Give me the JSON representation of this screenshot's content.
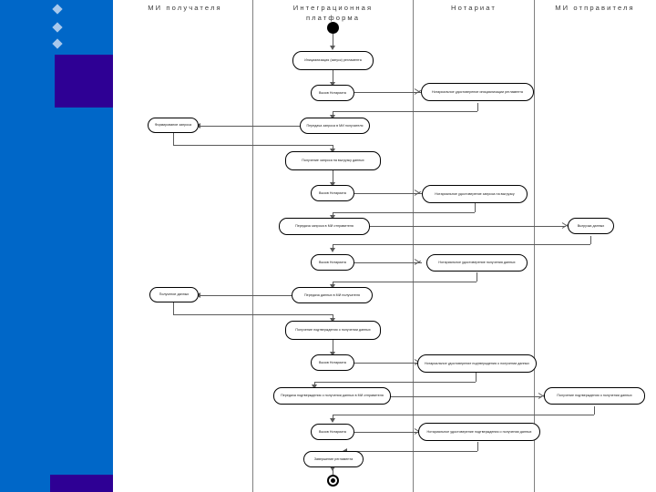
{
  "slide": {
    "decor": {
      "panel_color": "#0067c8",
      "accent_color": "#2e0094",
      "bullet_color": "#a8c8ec",
      "bullet_count": 3
    }
  },
  "diagram": {
    "type": "uml-activity-swimlane",
    "lanes": [
      {
        "id": "lane-recipient",
        "title": "МИ получателя"
      },
      {
        "id": "lane-platform",
        "title": "Интеграционная\nплатформа"
      },
      {
        "id": "lane-notary",
        "title": "Нотариат"
      },
      {
        "id": "lane-sender",
        "title": "МИ отправителя"
      }
    ],
    "control_nodes": [
      {
        "id": "start",
        "kind": "initial",
        "lane": "lane-platform"
      },
      {
        "id": "end",
        "kind": "final",
        "lane": "lane-platform"
      }
    ],
    "activities": [
      {
        "id": "a1",
        "lane": "lane-platform",
        "label": "Инициализация (запуск) регламента"
      },
      {
        "id": "a2",
        "lane": "lane-platform",
        "label": "Вызов Нотариата"
      },
      {
        "id": "a3",
        "lane": "lane-notary",
        "label": "Нотариальное удостоверение инициализации регламента"
      },
      {
        "id": "a4",
        "lane": "lane-platform",
        "label": "Передача запроса в МИ получателя"
      },
      {
        "id": "a5",
        "lane": "lane-recipient",
        "label": "Формирование запроса"
      },
      {
        "id": "a6",
        "lane": "lane-platform",
        "label": "Получение запроса на выгрузку данных"
      },
      {
        "id": "a7",
        "lane": "lane-platform",
        "label": "Вызов Нотариата"
      },
      {
        "id": "a8",
        "lane": "lane-notary",
        "label": "Нотариальное удостоверение запроса на выгрузку"
      },
      {
        "id": "a9",
        "lane": "lane-platform",
        "label": "Передача запроса в МИ отправителя"
      },
      {
        "id": "a10",
        "lane": "lane-sender",
        "label": "Выгрузка данных"
      },
      {
        "id": "a11",
        "lane": "lane-platform",
        "label": "Вызов Нотариата"
      },
      {
        "id": "a12",
        "lane": "lane-notary",
        "label": "Нотариальное  удостоверение получения данных"
      },
      {
        "id": "a13",
        "lane": "lane-platform",
        "label": "Передача данных в МИ получателя"
      },
      {
        "id": "a14",
        "lane": "lane-recipient",
        "label": "Получение данных"
      },
      {
        "id": "a15",
        "lane": "lane-platform",
        "label": "Получение подтверждения о получении данных"
      },
      {
        "id": "a16",
        "lane": "lane-platform",
        "label": "Вызов Нотариата"
      },
      {
        "id": "a17",
        "lane": "lane-notary",
        "label": "Нотариальное удостоверение подтверждения о получении данных"
      },
      {
        "id": "a18",
        "lane": "lane-platform",
        "label": "Передача подтверждения о получении данных в  МИ отправителя"
      },
      {
        "id": "a19",
        "lane": "lane-sender",
        "label": "Получение подтверждения о получении данных"
      },
      {
        "id": "a20",
        "lane": "lane-platform",
        "label": "Вызов Нотариата"
      },
      {
        "id": "a21",
        "lane": "lane-notary",
        "label": "Нотариальное удостоверение подтверждения о получении данных"
      },
      {
        "id": "a22",
        "lane": "lane-platform",
        "label": "Завершение регламента"
      }
    ]
  }
}
